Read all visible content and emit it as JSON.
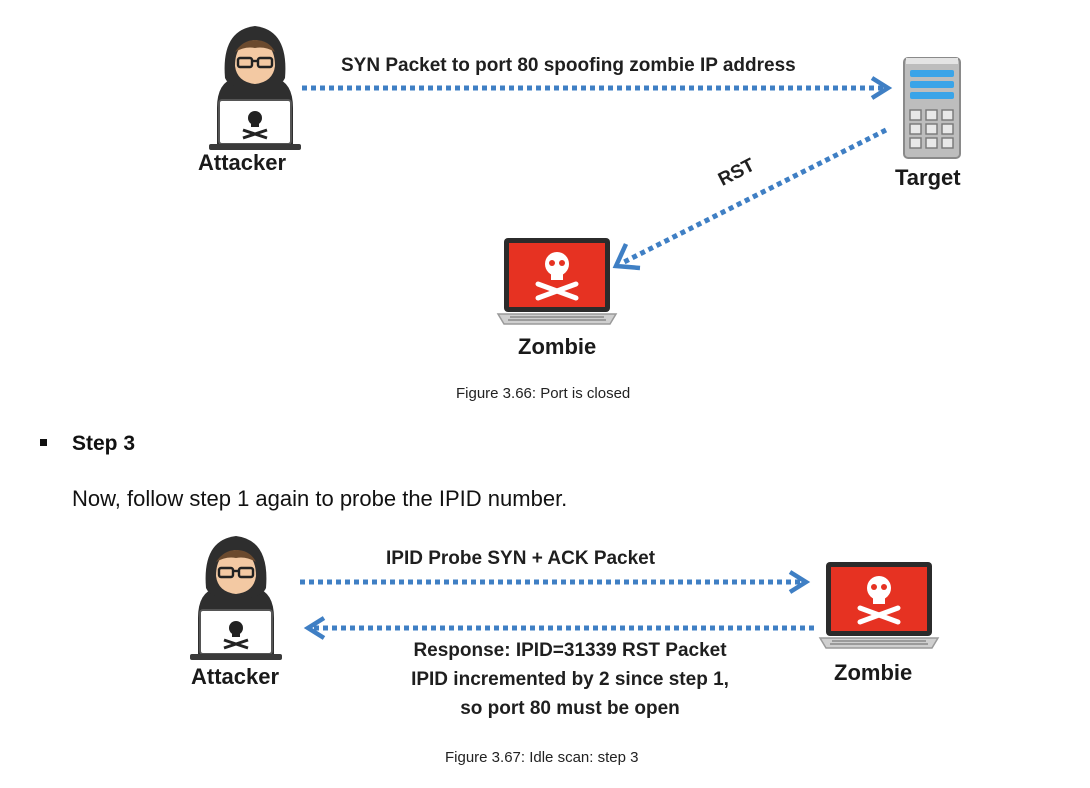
{
  "figure1": {
    "arrow_syn_label": "SYN Packet to port 80 spoofing zombie IP address",
    "arrow_rst_label": "RST",
    "attacker_label": "Attacker",
    "target_label": "Target",
    "zombie_label": "Zombie",
    "caption": "Figure 3.66: Port is closed"
  },
  "step3": {
    "title": "Step 3",
    "text": "Now, follow step 1 again to probe the IPID number."
  },
  "figure2": {
    "arrow_probe_label": "IPID Probe SYN + ACK Packet",
    "response_line1": "Response: IPID=31339 RST Packet",
    "response_line2": "IPID incremented by 2 since step 1,",
    "response_line3": "so port 80 must be open",
    "attacker_label": "Attacker",
    "zombie_label": "Zombie",
    "caption": "Figure 3.67: Idle scan: step 3"
  },
  "colors": {
    "arrow": "#3f7fc4",
    "zombie_screen": "#e63222",
    "hoodie": "#2e2e2e"
  },
  "icons": [
    "hacker-icon",
    "server-icon",
    "infected-laptop-icon"
  ]
}
